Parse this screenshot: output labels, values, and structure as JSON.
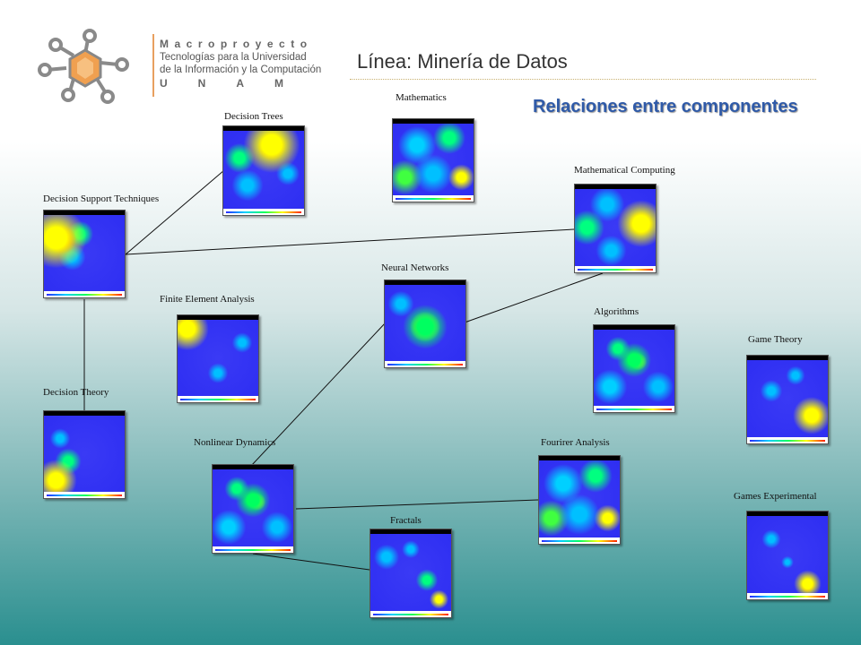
{
  "header": {
    "logo": {
      "macro": "Macroproyecto",
      "line1": "Tecnologías para la Universidad",
      "line2": "de la Información y la Computación",
      "unam": "UNAM"
    },
    "line_title": "Línea: Minería de Datos",
    "subtitle": "Relaciones entre componentes"
  },
  "nodes": [
    {
      "id": "decision-support-techniques",
      "label": "Decision  Support Techniques",
      "map": "hotspot-left"
    },
    {
      "id": "decision-trees",
      "label": "Decision  Trees",
      "map": "hotspot-top"
    },
    {
      "id": "mathematics",
      "label": "Mathematics",
      "map": "diffuse"
    },
    {
      "id": "mathematical-computing",
      "label": "Mathematical Computing",
      "map": "hotspot-right"
    },
    {
      "id": "neural-networks",
      "label": "Neural Networks",
      "map": "hotspot-center"
    },
    {
      "id": "finite-element-analysis",
      "label": "Finite   Element Analysis",
      "map": "hotspot-corner"
    },
    {
      "id": "algorithms",
      "label": "Algorithms",
      "map": "scattered"
    },
    {
      "id": "game-theory",
      "label": "Game Theory",
      "map": "hotspot-bottom-right"
    },
    {
      "id": "decision-theory",
      "label": "Decision  Theory",
      "map": "hotspot-bottom-left"
    },
    {
      "id": "nonlinear-dynamics",
      "label": "Nonlinear Dynamics",
      "map": "scattered"
    },
    {
      "id": "fourirer-analysis",
      "label": "Fourirer  Analysis",
      "map": "diffuse"
    },
    {
      "id": "games-experimental",
      "label": "Games Experimental",
      "map": "hotspot-bottom-right-small"
    },
    {
      "id": "fractals",
      "label": "Fractals",
      "map": "sparse"
    }
  ],
  "edges": [
    {
      "from": "decision-support-techniques",
      "to": "decision-trees"
    },
    {
      "from": "decision-support-techniques",
      "to": "mathematical-computing"
    },
    {
      "from": "decision-support-techniques",
      "to": "decision-theory"
    },
    {
      "from": "neural-networks",
      "to": "mathematical-computing"
    },
    {
      "from": "nonlinear-dynamics",
      "to": "neural-networks"
    },
    {
      "from": "nonlinear-dynamics",
      "to": "fourirer-analysis"
    },
    {
      "from": "nonlinear-dynamics",
      "to": "fractals"
    }
  ],
  "colors": {
    "title_blue": "#2f5aa8",
    "map_base": "#2e2ef2",
    "edge": "#111111"
  }
}
